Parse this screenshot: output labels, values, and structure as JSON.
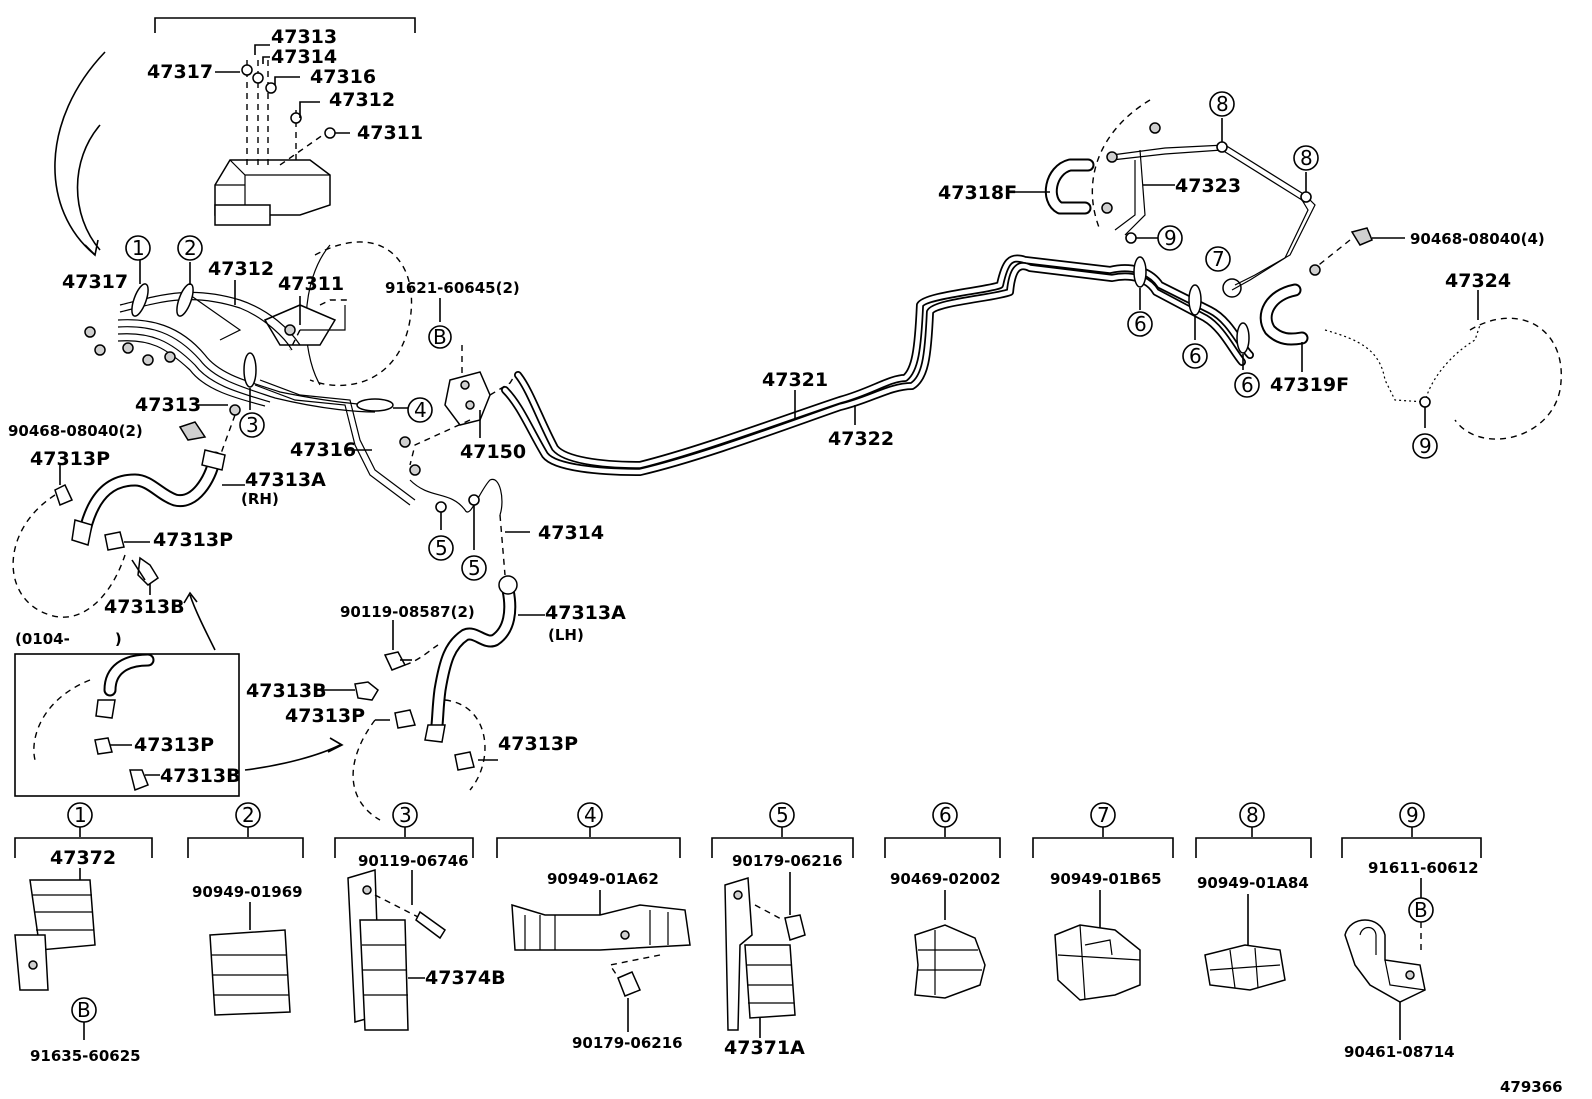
{
  "drawing_number": "479366",
  "inset_note": "(0104-　　　)",
  "callouts": {
    "c47313": "47313",
    "c47314": "47314",
    "c47317": "47317",
    "c47316": "47316",
    "c47312": "47312",
    "c47311": "47311",
    "m47317": "47317",
    "m47312": "47312",
    "m47311": "47311",
    "m47313": "47313",
    "m47316": "47316",
    "p47150": "47150",
    "p91621": "91621-60645(2)",
    "p90468l": "90468-08040(2)",
    "p47313Pa": "47313P",
    "p47313Aa": "47313A",
    "rh": "(RH)",
    "p47313Pb": "47313P",
    "p47313Ba": "47313B",
    "p47314": "47314",
    "p90119": "90119-08587(2)",
    "p47313Ab": "47313A",
    "lh": "(LH)",
    "p47313Bb": "47313B",
    "p47313Pc": "47313P",
    "p47313Pd": "47313P",
    "p47313Pi": "47313P",
    "p47313Bi": "47313B",
    "p47321": "47321",
    "p47322": "47322",
    "p47318F": "47318F",
    "p47323": "47323",
    "p90468r": "90468-08040(4)",
    "p47324": "47324",
    "p47319F": "47319F"
  },
  "callout_numbers": {
    "n1": "1",
    "n2": "2",
    "n3": "3",
    "n4": "4",
    "n5a": "5",
    "n5b": "5",
    "n6a": "6",
    "n6b": "6",
    "n6c": "6",
    "n7": "7",
    "n8a": "8",
    "n8b": "8",
    "n9a": "9",
    "n9b": "9",
    "nB": "B"
  },
  "clamp_groups": [
    {
      "index": "1",
      "parts": [
        "47372",
        "91635-60625"
      ],
      "sub": "B"
    },
    {
      "index": "2",
      "parts": [
        "90949-01969"
      ]
    },
    {
      "index": "3",
      "parts": [
        "90119-06746",
        "47374B"
      ]
    },
    {
      "index": "4",
      "parts": [
        "90949-01A62",
        "90179-06216"
      ]
    },
    {
      "index": "5",
      "parts": [
        "90179-06216",
        "47371A"
      ]
    },
    {
      "index": "6",
      "parts": [
        "90469-02002"
      ]
    },
    {
      "index": "7",
      "parts": [
        "90949-01B65"
      ]
    },
    {
      "index": "8",
      "parts": [
        "90949-01A84"
      ]
    },
    {
      "index": "9",
      "parts": [
        "91611-60612",
        "90461-08714"
      ],
      "sub": "B"
    }
  ]
}
